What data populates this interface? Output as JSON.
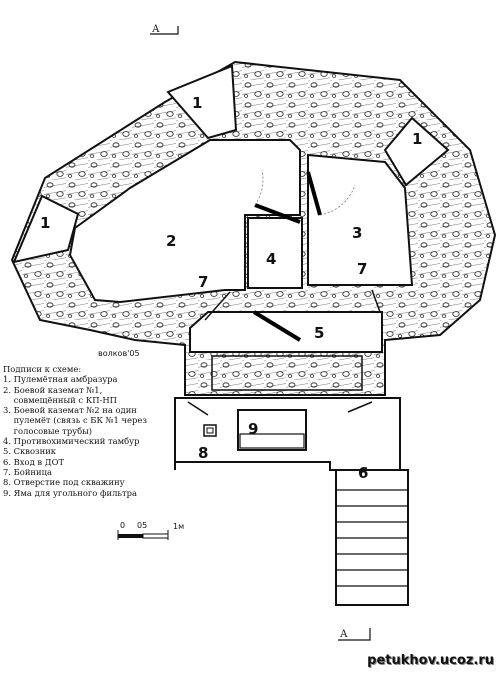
{
  "section_marks": {
    "top": "А",
    "bottom": "А"
  },
  "signature": "волков'05",
  "labels": {
    "emb_left": "1",
    "emb_top": "1",
    "emb_right": "1",
    "casemate1": "2",
    "casemate2": "3",
    "tambour": "4",
    "passage": "5",
    "entrance": "6",
    "loop_left": "7",
    "loop_right": "7",
    "well": "8",
    "filter_pit": "9"
  },
  "legend": {
    "title": "Подписи к схеме:",
    "items": [
      "1. Пулемётная амбразура",
      "2. Боевой каземат №1,\n    совмещённый с КП-НП",
      "3. Боевой каземат №2 на один\n    пулемёт (связь с БК №1 через\n    голосовые трубы)",
      "4. Противохимический тамбур",
      "5. Сквозник",
      "6. Вход в ДОТ",
      "7. Бойница",
      "8. Отверстие под скважину",
      "9. Яма для угольного фильтра"
    ]
  },
  "scale_bar": {
    "t0": "0",
    "t1": "05",
    "t2": "1м"
  },
  "watermark": "petukhov.ucoz.ru"
}
